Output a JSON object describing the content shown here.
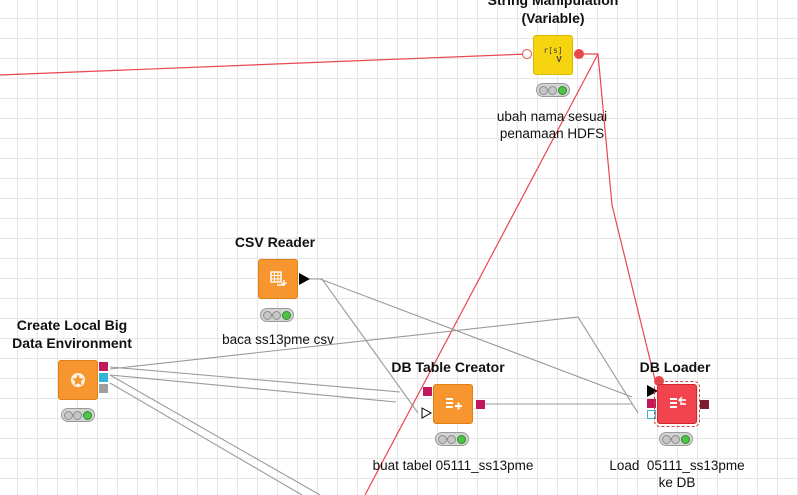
{
  "nodes": {
    "string_manip": {
      "title_line1": "String Manipulation",
      "title_line2": "(Variable)",
      "icon_label": "r[s]",
      "icon_sub": "V",
      "anno_line1": "ubah nama sesuai",
      "anno_line2": "penamaan HDFS"
    },
    "csv_reader": {
      "title": "CSV Reader",
      "anno": "baca ss13pme csv"
    },
    "create_env": {
      "title_line1": "Create Local Big",
      "title_line2": "Data Environment"
    },
    "db_table_creator": {
      "title": "DB Table Creator",
      "anno": "buat tabel 05111_ss13pme"
    },
    "db_loader": {
      "title": "DB Loader",
      "anno_line1": "Load  05111_ss13pme",
      "anno_line2": "ke DB"
    }
  },
  "colors": {
    "wire_gray": "#9a9a9a",
    "wire_red": "#e8474d",
    "node_orange": "#f7962e",
    "node_yellow": "#f6d40f",
    "node_red": "#f2444e",
    "port_magenta": "#c2185b",
    "port_cyan": "#33b5d6",
    "port_dark": "#7b1d2e"
  }
}
